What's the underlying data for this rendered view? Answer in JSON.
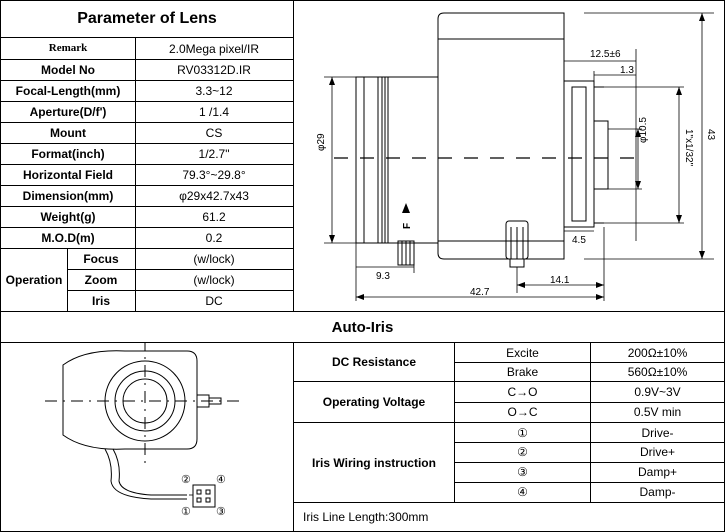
{
  "lens": {
    "title": "Parameter of Lens",
    "rows": [
      {
        "label": "Remark",
        "value": "2.0Mega pixel/IR"
      },
      {
        "label": "Model No",
        "value": "RV03312D.IR"
      },
      {
        "label": "Focal-Length(mm)",
        "value": "3.3~12"
      },
      {
        "label": "Aperture(D/f')",
        "value": "1 /1.4"
      },
      {
        "label": "Mount",
        "value": "CS"
      },
      {
        "label": "Format(inch)",
        "value": "1/2.7\""
      },
      {
        "label": "Horizontal Field",
        "value": "79.3°~29.8°"
      },
      {
        "label": "Dimension(mm)",
        "value": "φ29x42.7x43"
      },
      {
        "label": "Weight(g)",
        "value": "61.2"
      },
      {
        "label": "M.O.D(m)",
        "value": "0.2"
      }
    ],
    "operation": {
      "label": "Operation",
      "items": [
        {
          "label": "Focus",
          "value": "(w/lock)"
        },
        {
          "label": "Zoom",
          "value": "(w/lock)"
        },
        {
          "label": "Iris",
          "value": "DC"
        }
      ]
    }
  },
  "drawing": {
    "dims": {
      "d1": "12.5±6",
      "d2": "1.3",
      "d3": "43",
      "d4": "φ29",
      "d5": "φ10.5",
      "d6": "1\"x1/32\"",
      "d7": "4.5",
      "d8": "9.3",
      "d9": "14.1",
      "d10": "42.7",
      "f_mark": "F"
    }
  },
  "auto_iris": {
    "title": "Auto-Iris",
    "dc": {
      "label": "DC Resistance",
      "rows": [
        {
          "key": "Excite",
          "value": "200Ω±10%"
        },
        {
          "key": "Brake",
          "value": "560Ω±10%"
        }
      ]
    },
    "voltage": {
      "label": "Operating Voltage",
      "rows": [
        {
          "key": "C→O",
          "value": "0.9V~3V"
        },
        {
          "key": "O→C",
          "value": "0.5V min"
        }
      ]
    },
    "wiring": {
      "label": "Iris Wiring instruction",
      "rows": [
        {
          "key": "①",
          "value": "Drive-"
        },
        {
          "key": "②",
          "value": "Drive+"
        },
        {
          "key": "③",
          "value": "Damp+"
        },
        {
          "key": "④",
          "value": "Damp-"
        }
      ]
    },
    "connector_pins": {
      "p1": "①",
      "p2": "②",
      "p3": "③",
      "p4": "④"
    },
    "line_length": "Iris Line Length:300mm"
  }
}
